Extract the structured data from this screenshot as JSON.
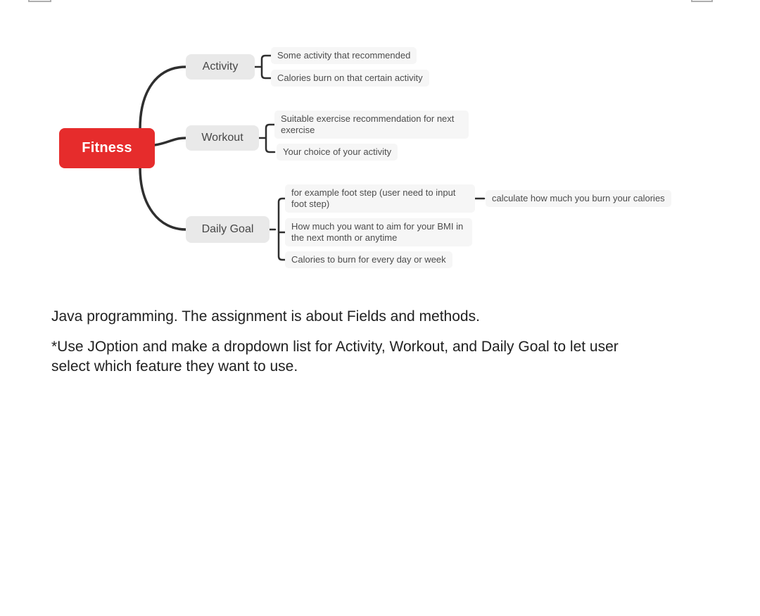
{
  "mindmap": {
    "root": {
      "label": "Fitness"
    },
    "branches": [
      {
        "label": "Activity",
        "children": [
          {
            "label": "Some activity that recommended"
          },
          {
            "label": "Calories burn on that certain activity"
          }
        ]
      },
      {
        "label": "Workout",
        "children": [
          {
            "label": "Suitable exercise recommendation for next exercise"
          },
          {
            "label": "Your choice of your activity"
          }
        ]
      },
      {
        "label": "Daily Goal",
        "children": [
          {
            "label": "for example foot step (user need to input foot step)",
            "children": [
              {
                "label": "calculate how much you burn your calories"
              }
            ]
          },
          {
            "label": "How much you want to aim for your BMI in the next month or anytime"
          },
          {
            "label": "Calories to burn for every day or week"
          }
        ]
      }
    ]
  },
  "notes": {
    "paragraphs": [
      {
        "lines": [
          "Java programming. The assignment is about Fields and methods."
        ]
      },
      {
        "lines": [
          "*Use JOption and make a dropdown list for Activity, Workout, and Daily Goal to let user",
          "select which feature they want to use."
        ]
      }
    ]
  },
  "colors": {
    "root_bg": "#e62c2c",
    "root_text": "#ffffff",
    "branch_bg": "#e9e9e9",
    "leaf_bg": "#f6f6f6",
    "edge": "#2f2f2f",
    "node_text": "#474747",
    "notes_text": "#212121",
    "background": "#ffffff"
  }
}
